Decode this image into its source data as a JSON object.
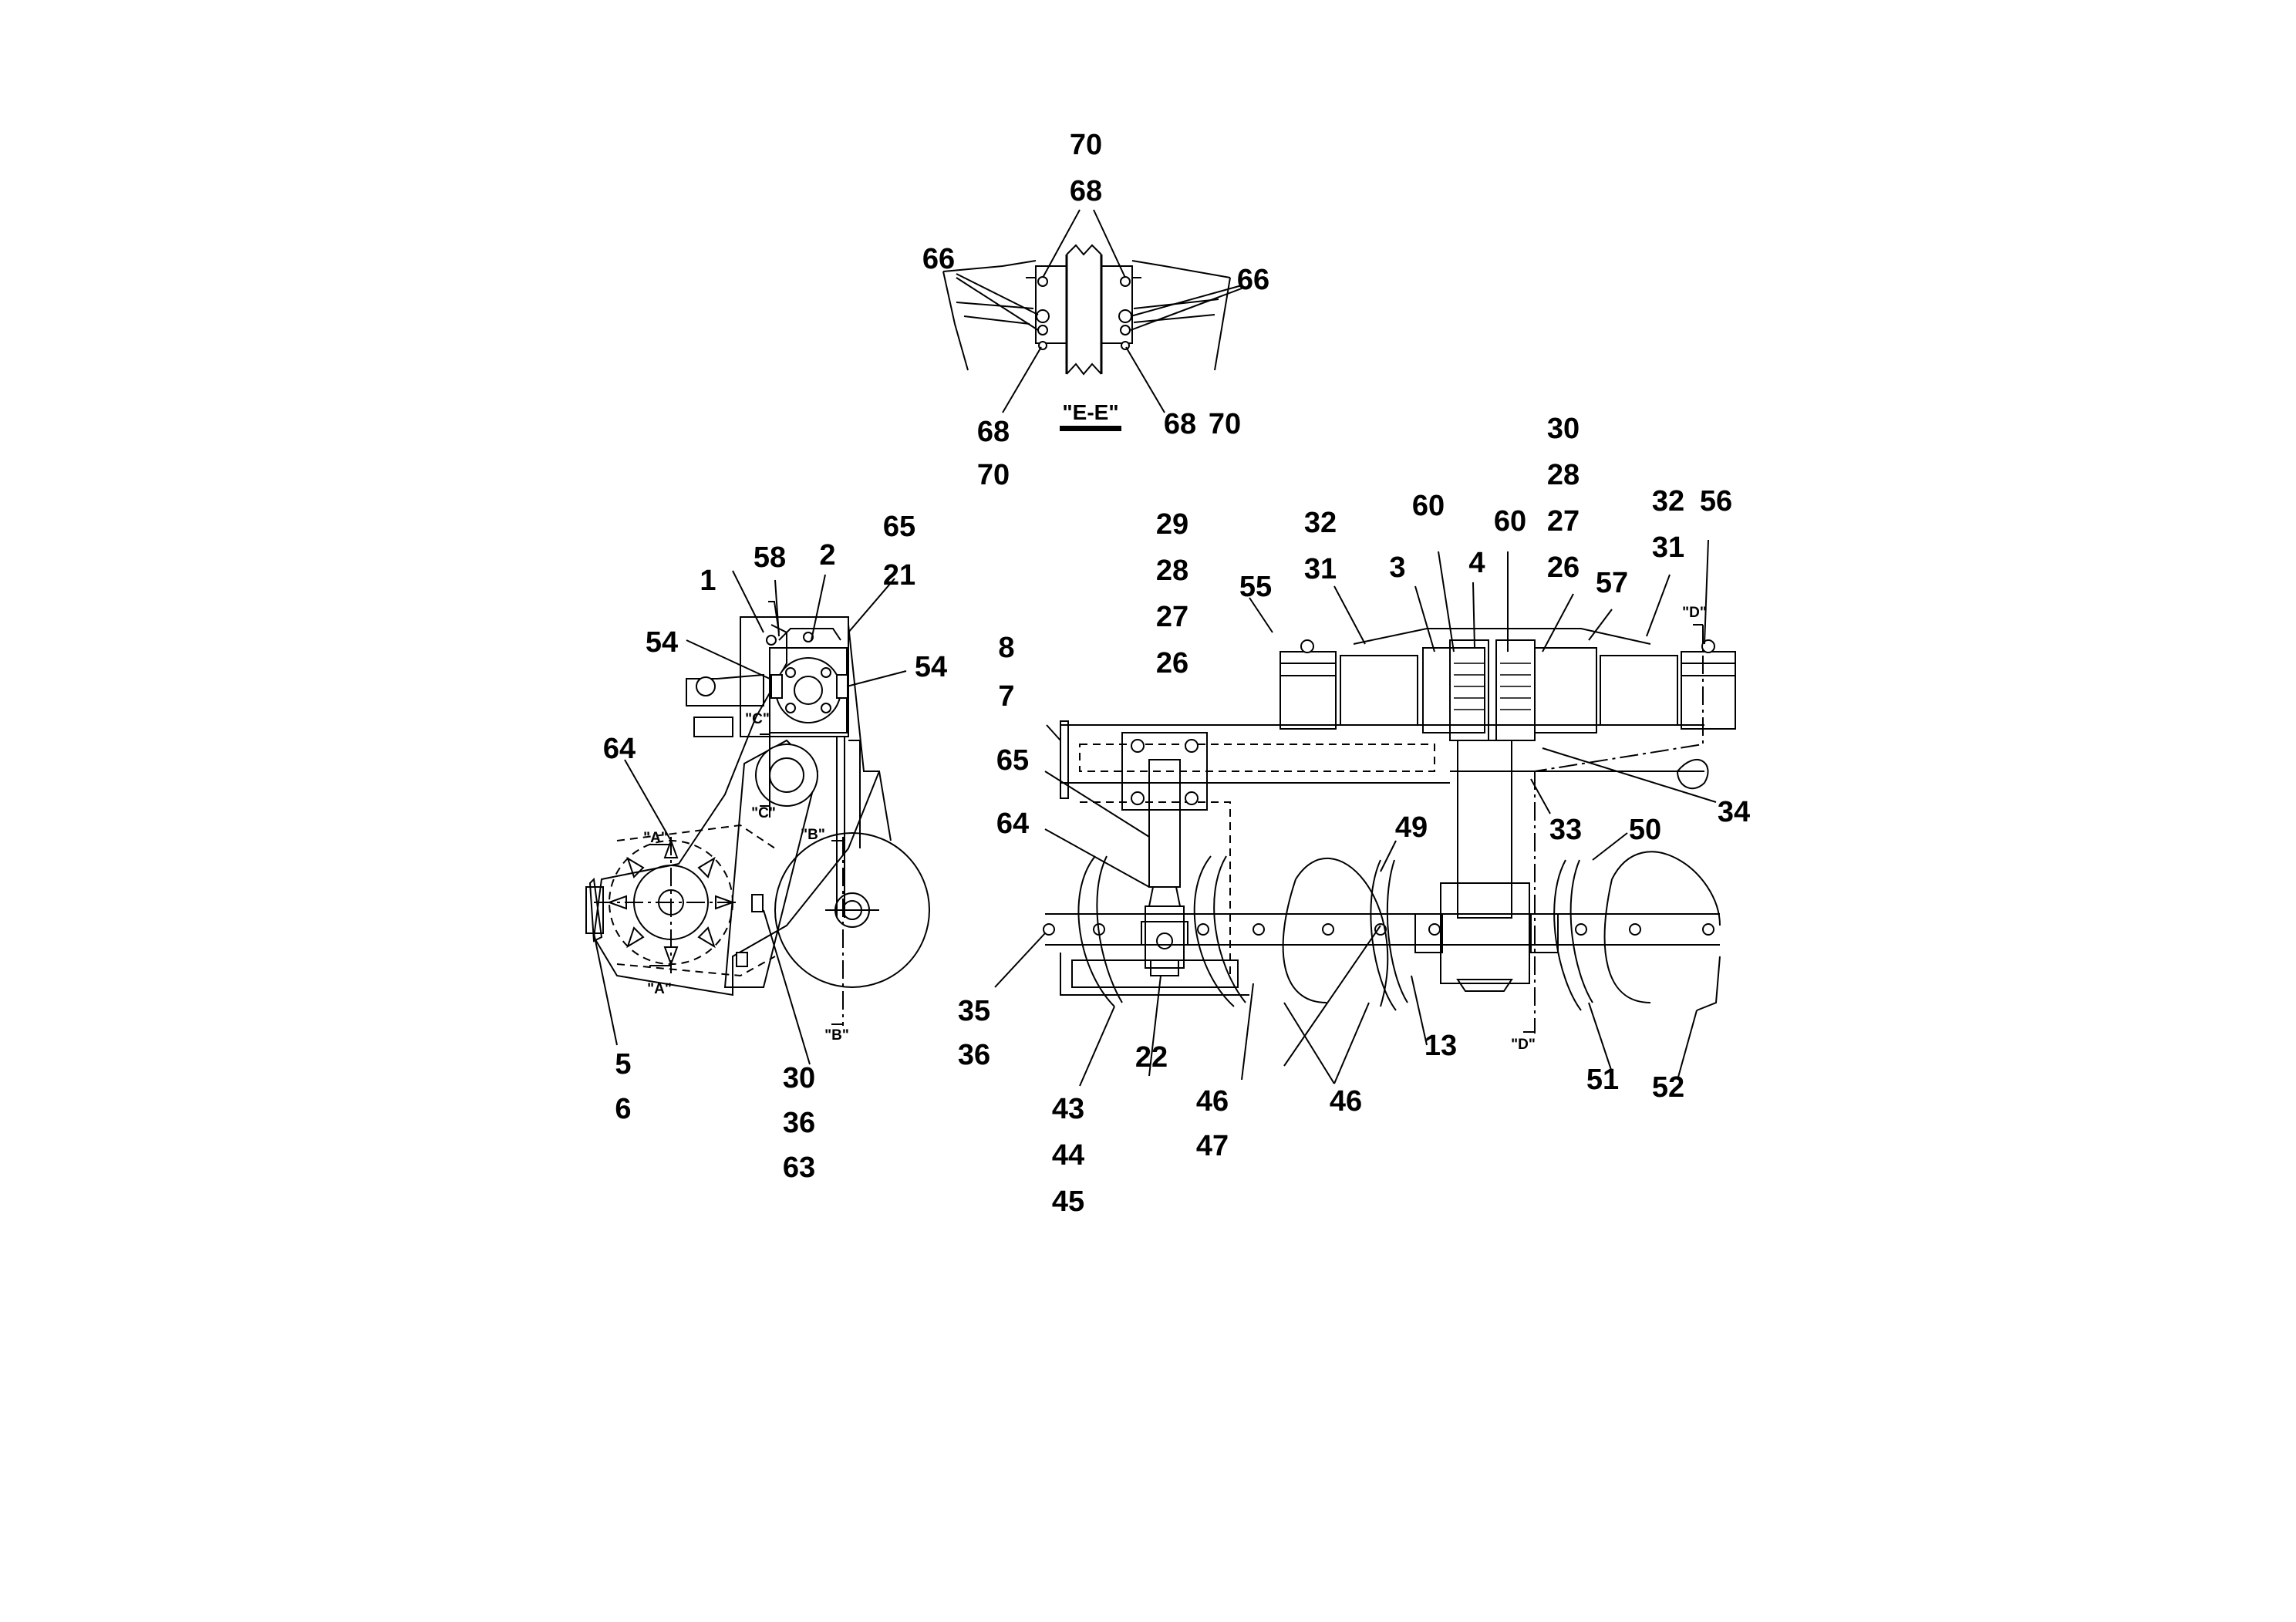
{
  "section_title": "\"E-E\"",
  "labels": {
    "e_70_top": "70",
    "e_68_top": "68",
    "e_66_left": "66",
    "e_66_right": "66",
    "e_68_bl": "68",
    "e_70_bl": "70",
    "e_68_br": "68",
    "e_70_br": "70",
    "l_65": "65",
    "l_58": "58",
    "l_2": "2",
    "l_21": "21",
    "l_1": "1",
    "l_54_left": "54",
    "l_54_right": "54",
    "l_64": "64",
    "l_5": "5",
    "l_6": "6",
    "l_30": "30",
    "l_36": "36",
    "l_63": "63",
    "r_29": "29",
    "r_28": "28",
    "r_27": "27",
    "r_26": "26",
    "r_8": "8",
    "r_7": "7",
    "r_65": "65",
    "r_64": "64",
    "r_35": "35",
    "r_36": "36",
    "r_43": "43",
    "r_44": "44",
    "r_45": "45",
    "r_22": "22",
    "r_46a": "46",
    "r_47": "47",
    "r_46b": "46",
    "r_13": "13",
    "r_49": "49",
    "r_32a": "32",
    "r_31a": "31",
    "r_55": "55",
    "r_3": "3",
    "r_60a": "60",
    "r_4": "4",
    "r_60b": "60",
    "r_30": "30",
    "r_28b": "28",
    "r_27b": "27",
    "r_26b": "26",
    "r_57": "57",
    "r_32b": "32",
    "r_31b": "31",
    "r_56": "56",
    "r_34": "34",
    "r_33": "33",
    "r_50": "50",
    "r_51": "51",
    "r_52": "52"
  },
  "section_marks": {
    "a_top": "\"A\"",
    "a_bot": "\"A\"",
    "b_top": "\"B\"",
    "b_bot": "\"B\"",
    "c_top": "\"C\"",
    "c_bot": "\"C\"",
    "d_top": "\"D\"",
    "d_bot": "\"D\""
  }
}
